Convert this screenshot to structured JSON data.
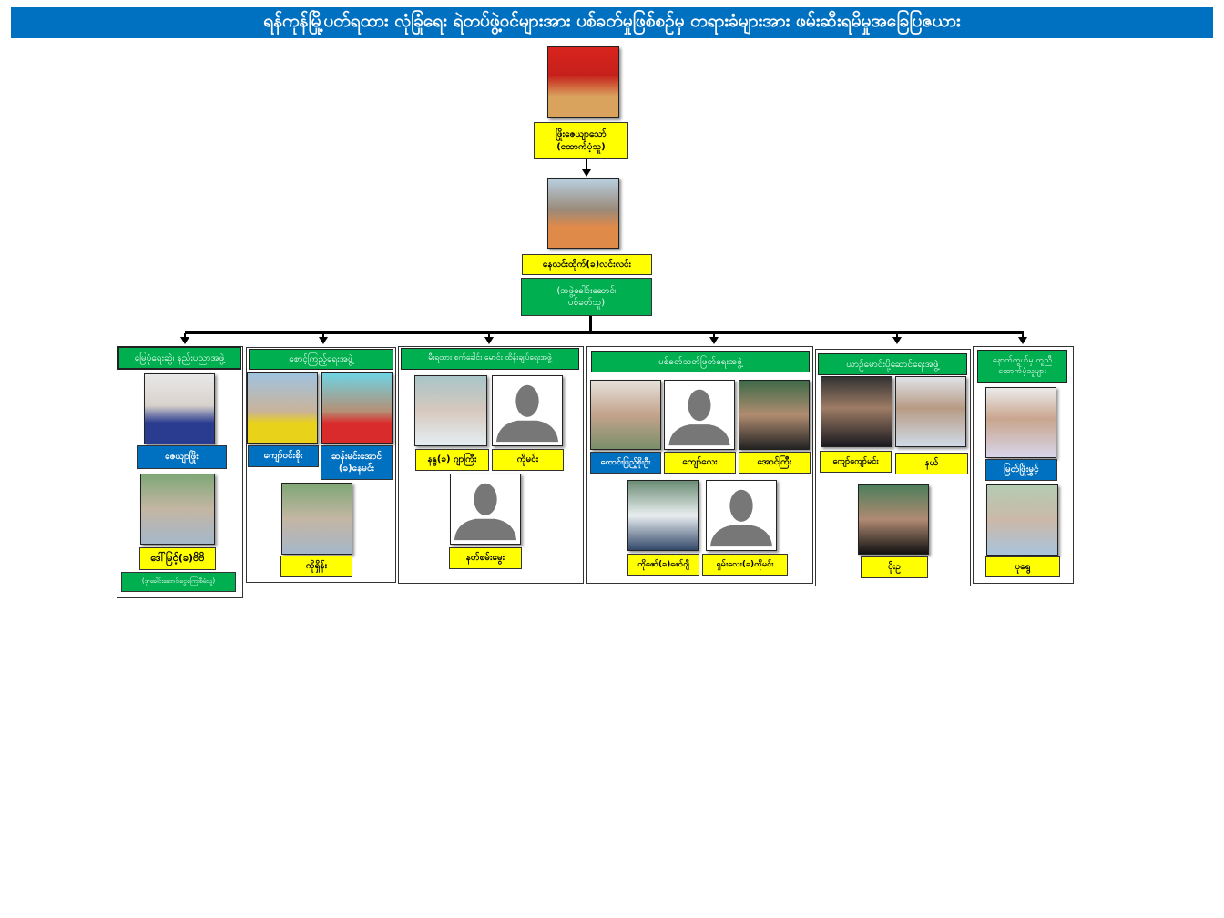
{
  "title": "ရန်ကုန်မြို့ပတ်ရထား လုံခြုံရေး ရဲတပ်ဖွဲ့ဝင်များအား ပစ်ခတ်မှုဖြစ်စဉ်မှ တရားခံများအား ဖမ်းဆီးရမိမှုအခြေပြဇယား",
  "top": {
    "name": "ဖြိုးဇေယျာသော်",
    "role": "(ထောက်ပံ့သူ)"
  },
  "leader": {
    "name": "နေလင်းထိုက်(ခ)လင်းလင်း",
    "role": "(အဖွဲ့ခေါင်းဆောင်၊ ပစ်ခတ်သူ)"
  },
  "groups": [
    {
      "title": "မြေပုံရေးဆွဲ၊ နည်းပညာအဖွဲ့",
      "members": [
        {
          "name": "ဇေယျာဖြိုး"
        },
        {
          "name": "ဒေါ်မြင့်(ခ)ဗိဗိ",
          "role": "(ဒု-ခေါင်းဆောင်၊ငွေကြေးစီမံသူ)"
        }
      ]
    },
    {
      "title": "စောင့်ကြည့်ရေးအဖွဲ့",
      "members": [
        {
          "name": "ကျော်ဝင်းစိုး"
        },
        {
          "name": "ဆန်းမင်းအောင် (ခ)နေမင်း"
        },
        {
          "name": "ကိုရှိန်း"
        }
      ]
    },
    {
      "title": "မီးရထား စက်ခေါင်း မောင်း ထိန်းချုပ်ရေးအဖွဲ့",
      "members": [
        {
          "name": "နန္ဒ(ခ) ဂျာကြီး"
        },
        {
          "name": "ကိုမင်း"
        },
        {
          "name": "နတ်စမ်းမွေး"
        }
      ]
    },
    {
      "title": "ပစ်ခတ်သတ်ဖြတ်ရေးအဖွဲ့",
      "members": [
        {
          "name": "ကောင်းပြည့်စိုးဦး"
        },
        {
          "name": "ကျော်လေး"
        },
        {
          "name": "အောင်ကြီး"
        },
        {
          "name": "ကိုဇော်(ခ)ဇော်ဂျီ"
        },
        {
          "name": "ရှမ်းလေး(ခ)ကိုမင်း"
        }
      ]
    },
    {
      "title": "ယာဉ်မောင်းပို့ဆောင်ရေးအဖွဲ့",
      "members": [
        {
          "name": "ကျော်ကျော်မင်း"
        },
        {
          "name": "နယ်"
        },
        {
          "name": "ပိုးဥ"
        }
      ]
    },
    {
      "title": "နောက်ကွယ်မှ ကူညီ ထောက်ပံ့သူများ",
      "members": [
        {
          "name": "မြတ်ဖြိုးမွှင့်"
        },
        {
          "name": "ပုရွေ"
        }
      ]
    }
  ],
  "colors": {
    "title_bar": "#0070c0",
    "group_header": "#00b050",
    "arrested_label": "#0070c0",
    "wanted_label": "#ffff00"
  }
}
